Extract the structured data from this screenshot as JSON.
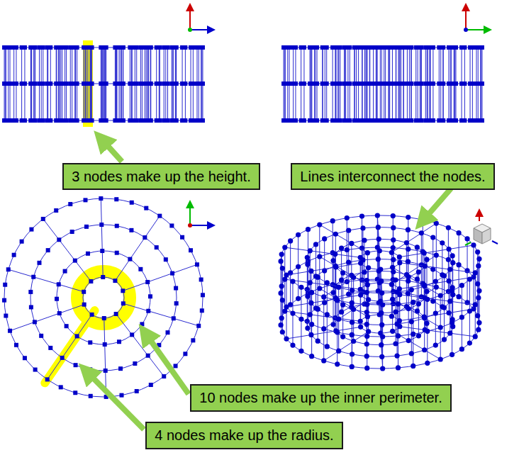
{
  "diagram": {
    "nodes": [
      {
        "text": [
          "3 nodes make up the height."
        ]
      },
      {
        "text": [
          "Lines interconnect the nodes."
        ]
      },
      {
        "text": [
          "10 nodes make up the inner perimeter."
        ]
      },
      {
        "text": [
          "4 nodes make up the radius."
        ]
      }
    ]
  }
}
